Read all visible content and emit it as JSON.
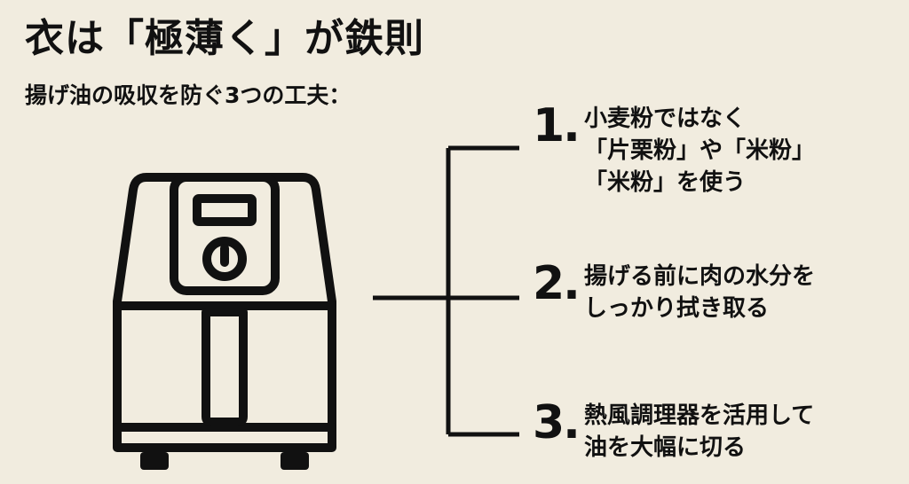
{
  "title": "衣は「極薄く」が鉄則",
  "subtitle": "揚げ油の吸収を防ぐ3つの工夫：",
  "icon": "air-fryer-icon",
  "points": [
    {
      "number": "1.",
      "lines": [
        "小麦粉ではなく",
        "「片栗粉」や「米粉」",
        "「米粉」を使う"
      ]
    },
    {
      "number": "2.",
      "lines": [
        "揚げる前に肉の水分を",
        "しっかり拭き取る"
      ]
    },
    {
      "number": "3.",
      "lines": [
        "熱風調理器を活用して",
        "油を大幅に切る"
      ]
    }
  ]
}
